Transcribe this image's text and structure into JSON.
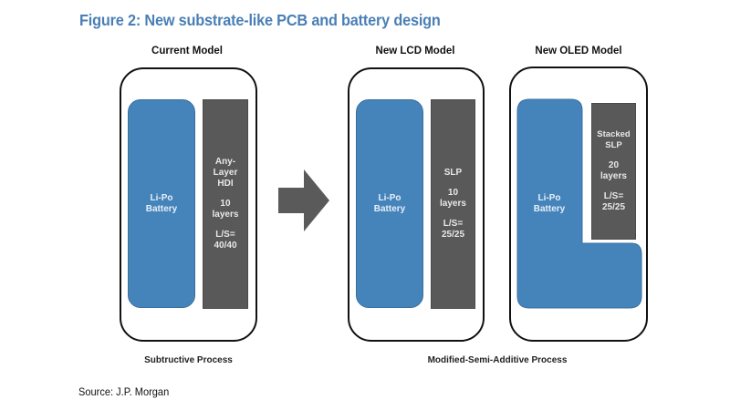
{
  "figure": {
    "title": "Figure 2: New substrate-like PCB and battery design",
    "source": "Source: J.P. Morgan"
  },
  "models": [
    {
      "label": "Current Model",
      "battery": {
        "line1": "Li-Po",
        "line2": "Battery"
      },
      "pcb": {
        "type_lines": [
          "Any-",
          "Layer",
          "HDI"
        ],
        "layers_lines": [
          "10",
          "layers"
        ],
        "ls_lines": [
          "L/S=",
          "40/40"
        ]
      }
    },
    {
      "label": "New LCD Model",
      "battery": {
        "line1": "Li-Po",
        "line2": "Battery"
      },
      "pcb": {
        "type_lines": [
          "SLP"
        ],
        "layers_lines": [
          "10",
          "layers"
        ],
        "ls_lines": [
          "L/S=",
          "25/25"
        ]
      }
    },
    {
      "label": "New OLED Model",
      "battery": {
        "line1": "Li-Po",
        "line2": "Battery"
      },
      "pcb": {
        "type_lines": [
          "Stacked",
          "SLP"
        ],
        "layers_lines": [
          "20",
          "layers"
        ],
        "ls_lines": [
          "L/S=",
          "25/25"
        ]
      }
    }
  ],
  "processes": {
    "current": "Subtructive Process",
    "new": "Modified-Semi-Additive Process"
  },
  "colors": {
    "title": "#4a7fb5",
    "battery": "#4584bb",
    "pcb": "#595959",
    "arrow": "#5a5a5a"
  }
}
